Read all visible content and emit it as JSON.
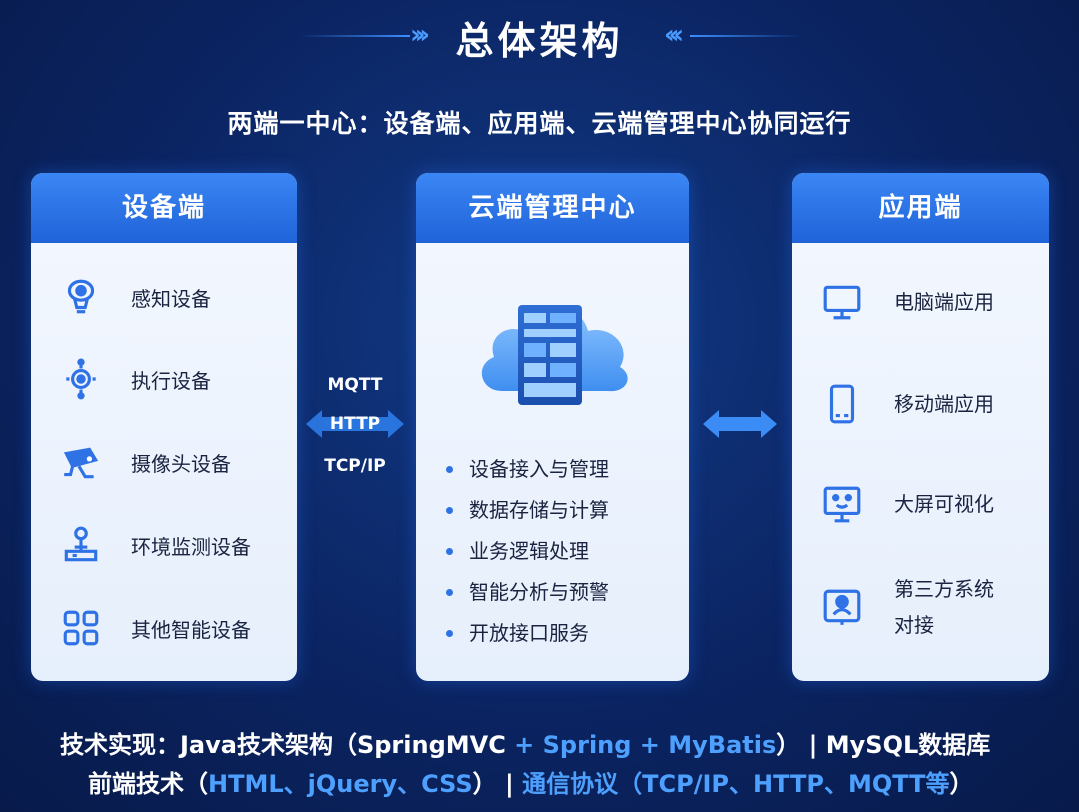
{
  "title": "总体架构",
  "subtitle": "两端一中心：设备端、应用端、云端管理中心协同运行",
  "colors": {
    "accent": "#2f72e6",
    "panel_header": "#2a72e6",
    "background": "#0b2462",
    "highlight_text": "#4ea0ff"
  },
  "left_panel": {
    "title": "设备端",
    "items": [
      {
        "label": "感知设备",
        "icon": "sensor-icon"
      },
      {
        "label": "执行设备",
        "icon": "actuator-icon"
      },
      {
        "label": "摄像头设备",
        "icon": "camera-icon"
      },
      {
        "label": "环境监测设备",
        "icon": "environment-monitor-icon"
      },
      {
        "label": "其他智能设备",
        "icon": "grid-icon"
      }
    ]
  },
  "protocols": [
    "MQTT",
    "HTTP",
    "TCP/IP"
  ],
  "middle_panel": {
    "title": "云端管理中心",
    "icon": "cloud-server-icon",
    "items": [
      "设备接入与管理",
      "数据存储与计算",
      "业务逻辑处理",
      "智能分析与预警",
      "开放接口服务"
    ]
  },
  "right_panel": {
    "title": "应用端",
    "items": [
      {
        "label": "电脑端应用",
        "icon": "desktop-icon"
      },
      {
        "label": "移动端应用",
        "icon": "mobile-icon"
      },
      {
        "label": "大屏可视化",
        "icon": "big-screen-icon"
      },
      {
        "label_line1": "第三方系统",
        "label_line2": "对接",
        "icon": "third-party-icon"
      }
    ]
  },
  "footer": {
    "line1": {
      "prefix": "技术实现：",
      "java": "Java技术架构（SpringMVC",
      "plus1": " + Spring + MyBatis",
      "close": "）",
      "sep": " | ",
      "db": "MySQL数据库"
    },
    "line2": {
      "front": "前端技术（",
      "front_tech": "HTML、jQuery、CSS",
      "front_close": "）",
      "sep": " | ",
      "comm": "通信协议（",
      "comm_tech": "TCP/IP、HTTP、MQTT等",
      "comm_close": "）"
    }
  }
}
